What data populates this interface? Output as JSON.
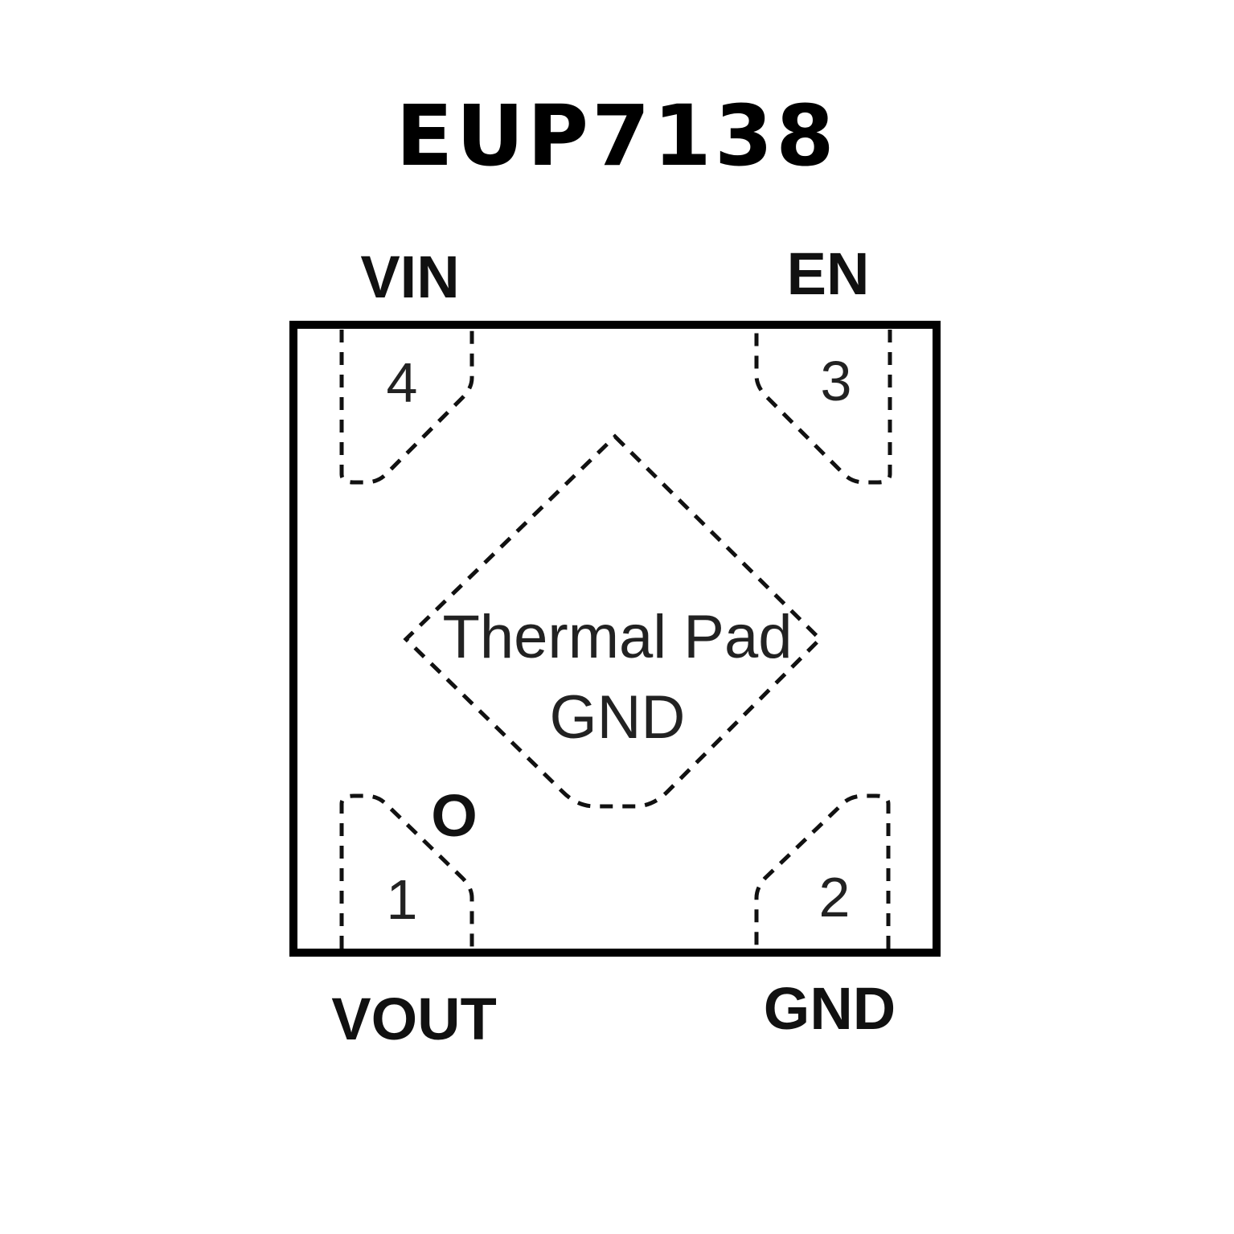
{
  "title": "EUP7138",
  "pins": [
    {
      "number": "1",
      "name": "VOUT"
    },
    {
      "number": "2",
      "name": "GND"
    },
    {
      "number": "3",
      "name": "EN"
    },
    {
      "number": "4",
      "name": "VIN"
    }
  ],
  "thermal_pad": {
    "line1": "Thermal Pad",
    "line2": "GND"
  },
  "pin1_marker": "O"
}
